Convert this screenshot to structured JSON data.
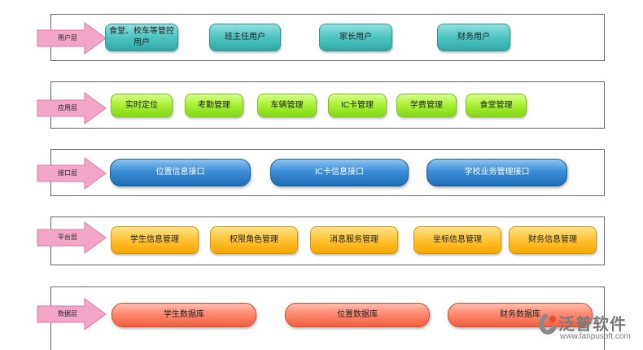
{
  "layers": [
    {
      "label": "用户层",
      "nodes": [
        "食堂、校车等管控用户",
        "班主任用户",
        "家长用户",
        "财务用户"
      ]
    },
    {
      "label": "应用层",
      "nodes": [
        "实时定位",
        "考勤管理",
        "车辆管理",
        "IC卡管理",
        "学费管理",
        "食堂管理"
      ]
    },
    {
      "label": "接口层",
      "nodes": [
        "位置信息接口",
        "IC卡信息接口",
        "学校业务管理接口"
      ]
    },
    {
      "label": "平台层",
      "nodes": [
        "学生信息管理",
        "权限角色管理",
        "消息服务管理",
        "坐标信息管理",
        "财务信息管理"
      ]
    },
    {
      "label": "数据层",
      "nodes": [
        "学生数据库",
        "位置数据库",
        "财务数据库"
      ]
    }
  ],
  "logo": {
    "name": "泛普软件",
    "url": "www.fanpusoft.com"
  },
  "colors": {
    "arrow": "#f4a6c8",
    "user_nodes": "#4ec4c0",
    "app_nodes": "#a7f032",
    "interface_nodes": "#3b8ed6",
    "platform_nodes": "#ffc233",
    "data_nodes": "#ff8a70"
  }
}
